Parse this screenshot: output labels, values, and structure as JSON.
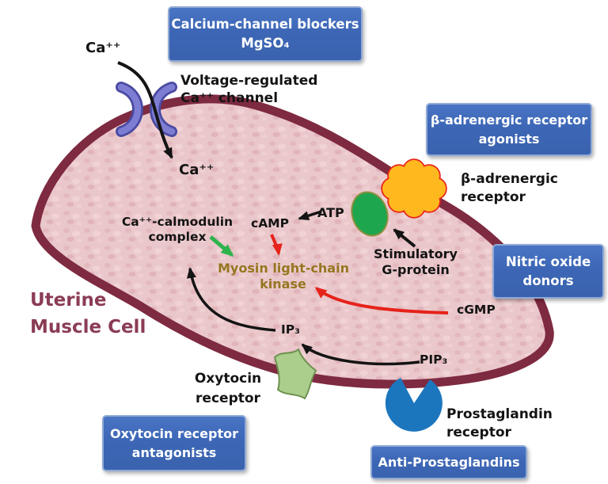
{
  "cell_label": {
    "line1": "Uterine",
    "line2": "Muscle Cell"
  },
  "drug_boxes": {
    "calcium": {
      "line1": "Calcium-channel blockers",
      "line2": "MgSO₄"
    },
    "beta_agonists": {
      "line1": "β-adrenergic receptor",
      "line2": "agonists"
    },
    "nitric_oxide": {
      "line1": "Nitric oxide",
      "line2": "donors"
    },
    "oxytocin_antagonists": {
      "line1": "Oxytocin receptor",
      "line2": "antagonists"
    },
    "anti_prostaglandins": {
      "label": "Anti-Prostaglandins"
    }
  },
  "labels": {
    "ca_extracellular": "Ca⁺⁺",
    "voltage_channel": {
      "line1": "Voltage-regulated",
      "line2": "Ca⁺⁺ channel"
    },
    "ca_intracellular": "Ca⁺⁺",
    "calmodulin": {
      "line1": "Ca⁺⁺-calmodulin",
      "line2": "complex"
    },
    "camp": "cAMP",
    "atp": "ATP",
    "kinase": {
      "line1": "Myosin light-chain",
      "line2": "kinase"
    },
    "g_protein": {
      "line1": "Stimulatory",
      "line2": "G-protein"
    },
    "beta_receptor": {
      "line1": "β-adrenergic",
      "line2": "receptor"
    },
    "cgmp": "cGMP",
    "ip3": "IP₃",
    "pip3": "PIP₃",
    "oxytocin_receptor": {
      "line1": "Oxytocin",
      "line2": "receptor"
    },
    "prostaglandin_receptor": {
      "line1": "Prostaglandin",
      "line2": "receptor"
    }
  },
  "icons": {
    "voltage_ca_channel": "paired purple crescents forming membrane pore",
    "beta_adrenergic_receptor": "orange scalloped cloud with red outline",
    "stimulatory_g_protein": "green oval",
    "oxytocin_receptor": "light-green wavy square on membrane",
    "prostaglandin_receptor": "blue pac-man circle with upward notch"
  },
  "colors": {
    "drug_box_blue": "#3d67b6",
    "membrane_maroon": "#7e2a40",
    "cytoplasm_pink": "#eac7ca",
    "kinase_text_gold": "#96761f",
    "cell_label_maroon": "#8b3c55",
    "arrow_black": "#141414",
    "arrow_red": "#e6221a",
    "arrow_green": "#2eb34c",
    "receptor_cloud_orange": "#ffb81e",
    "receptor_cloud_outline": "#e8251c",
    "g_protein_green": "#1ea64e",
    "oxytocin_green": "#abce8d",
    "prostaglandin_blue": "#1c76be",
    "channel_purple": "#7d7dd4"
  }
}
